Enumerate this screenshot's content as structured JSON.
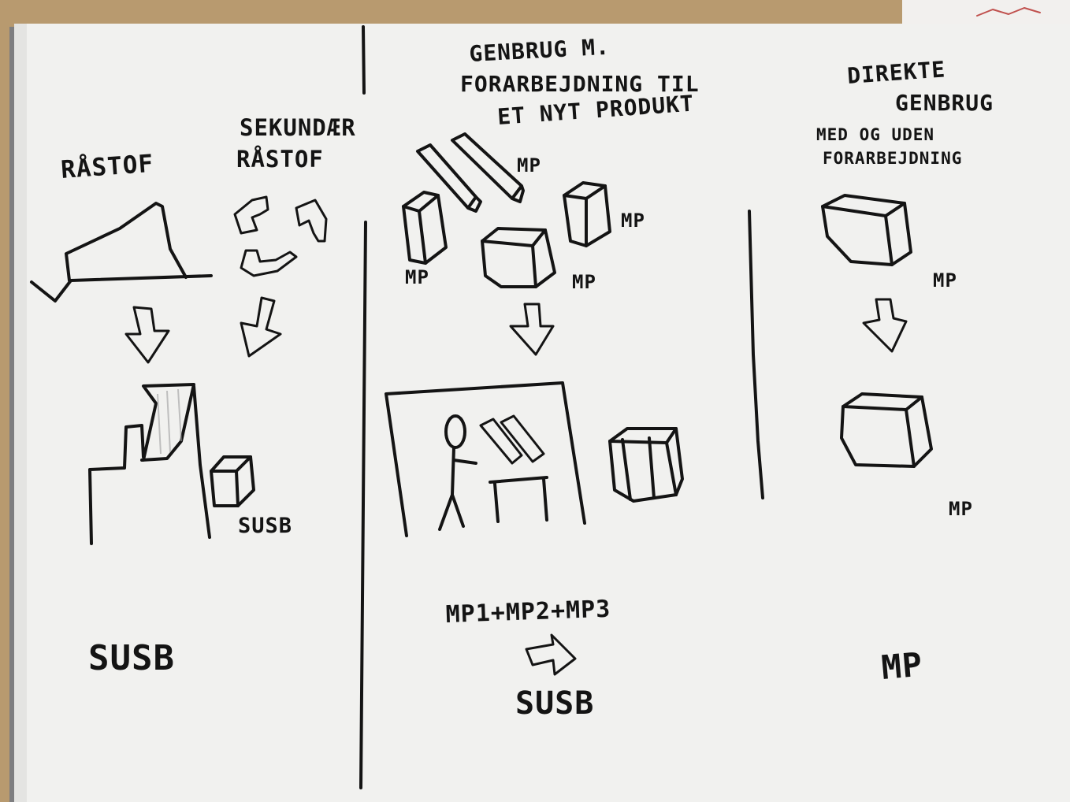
{
  "labels": {
    "raastof": "RÅSTOF",
    "sekunder_line1": "SEKUNDÆR",
    "sekunder_line2": "RÅSTOF",
    "susb_small": "SUSB",
    "susb_left": "SUSB",
    "genbrug_line1": "GENBRUG M.",
    "genbrug_line2": "FORARBEJDNING TIL",
    "genbrug_line3": "ET NYT PRODUKT",
    "mp_beams": "MP",
    "mp_box_right": "MP",
    "mp_box_left": "MP",
    "mp_box_center": "MP",
    "formula": "MP1+MP2+MP3",
    "susb_center": "SUSB",
    "direkte_line1": "DIREKTE",
    "direkte_line2": "GENBRUG",
    "direkte_line3": "MED OG UDEN",
    "direkte_line4": "FORARBEJDNING",
    "mp_top_right": "MP",
    "mp_bottom_right": "MP",
    "mp_right_final": "MP"
  }
}
